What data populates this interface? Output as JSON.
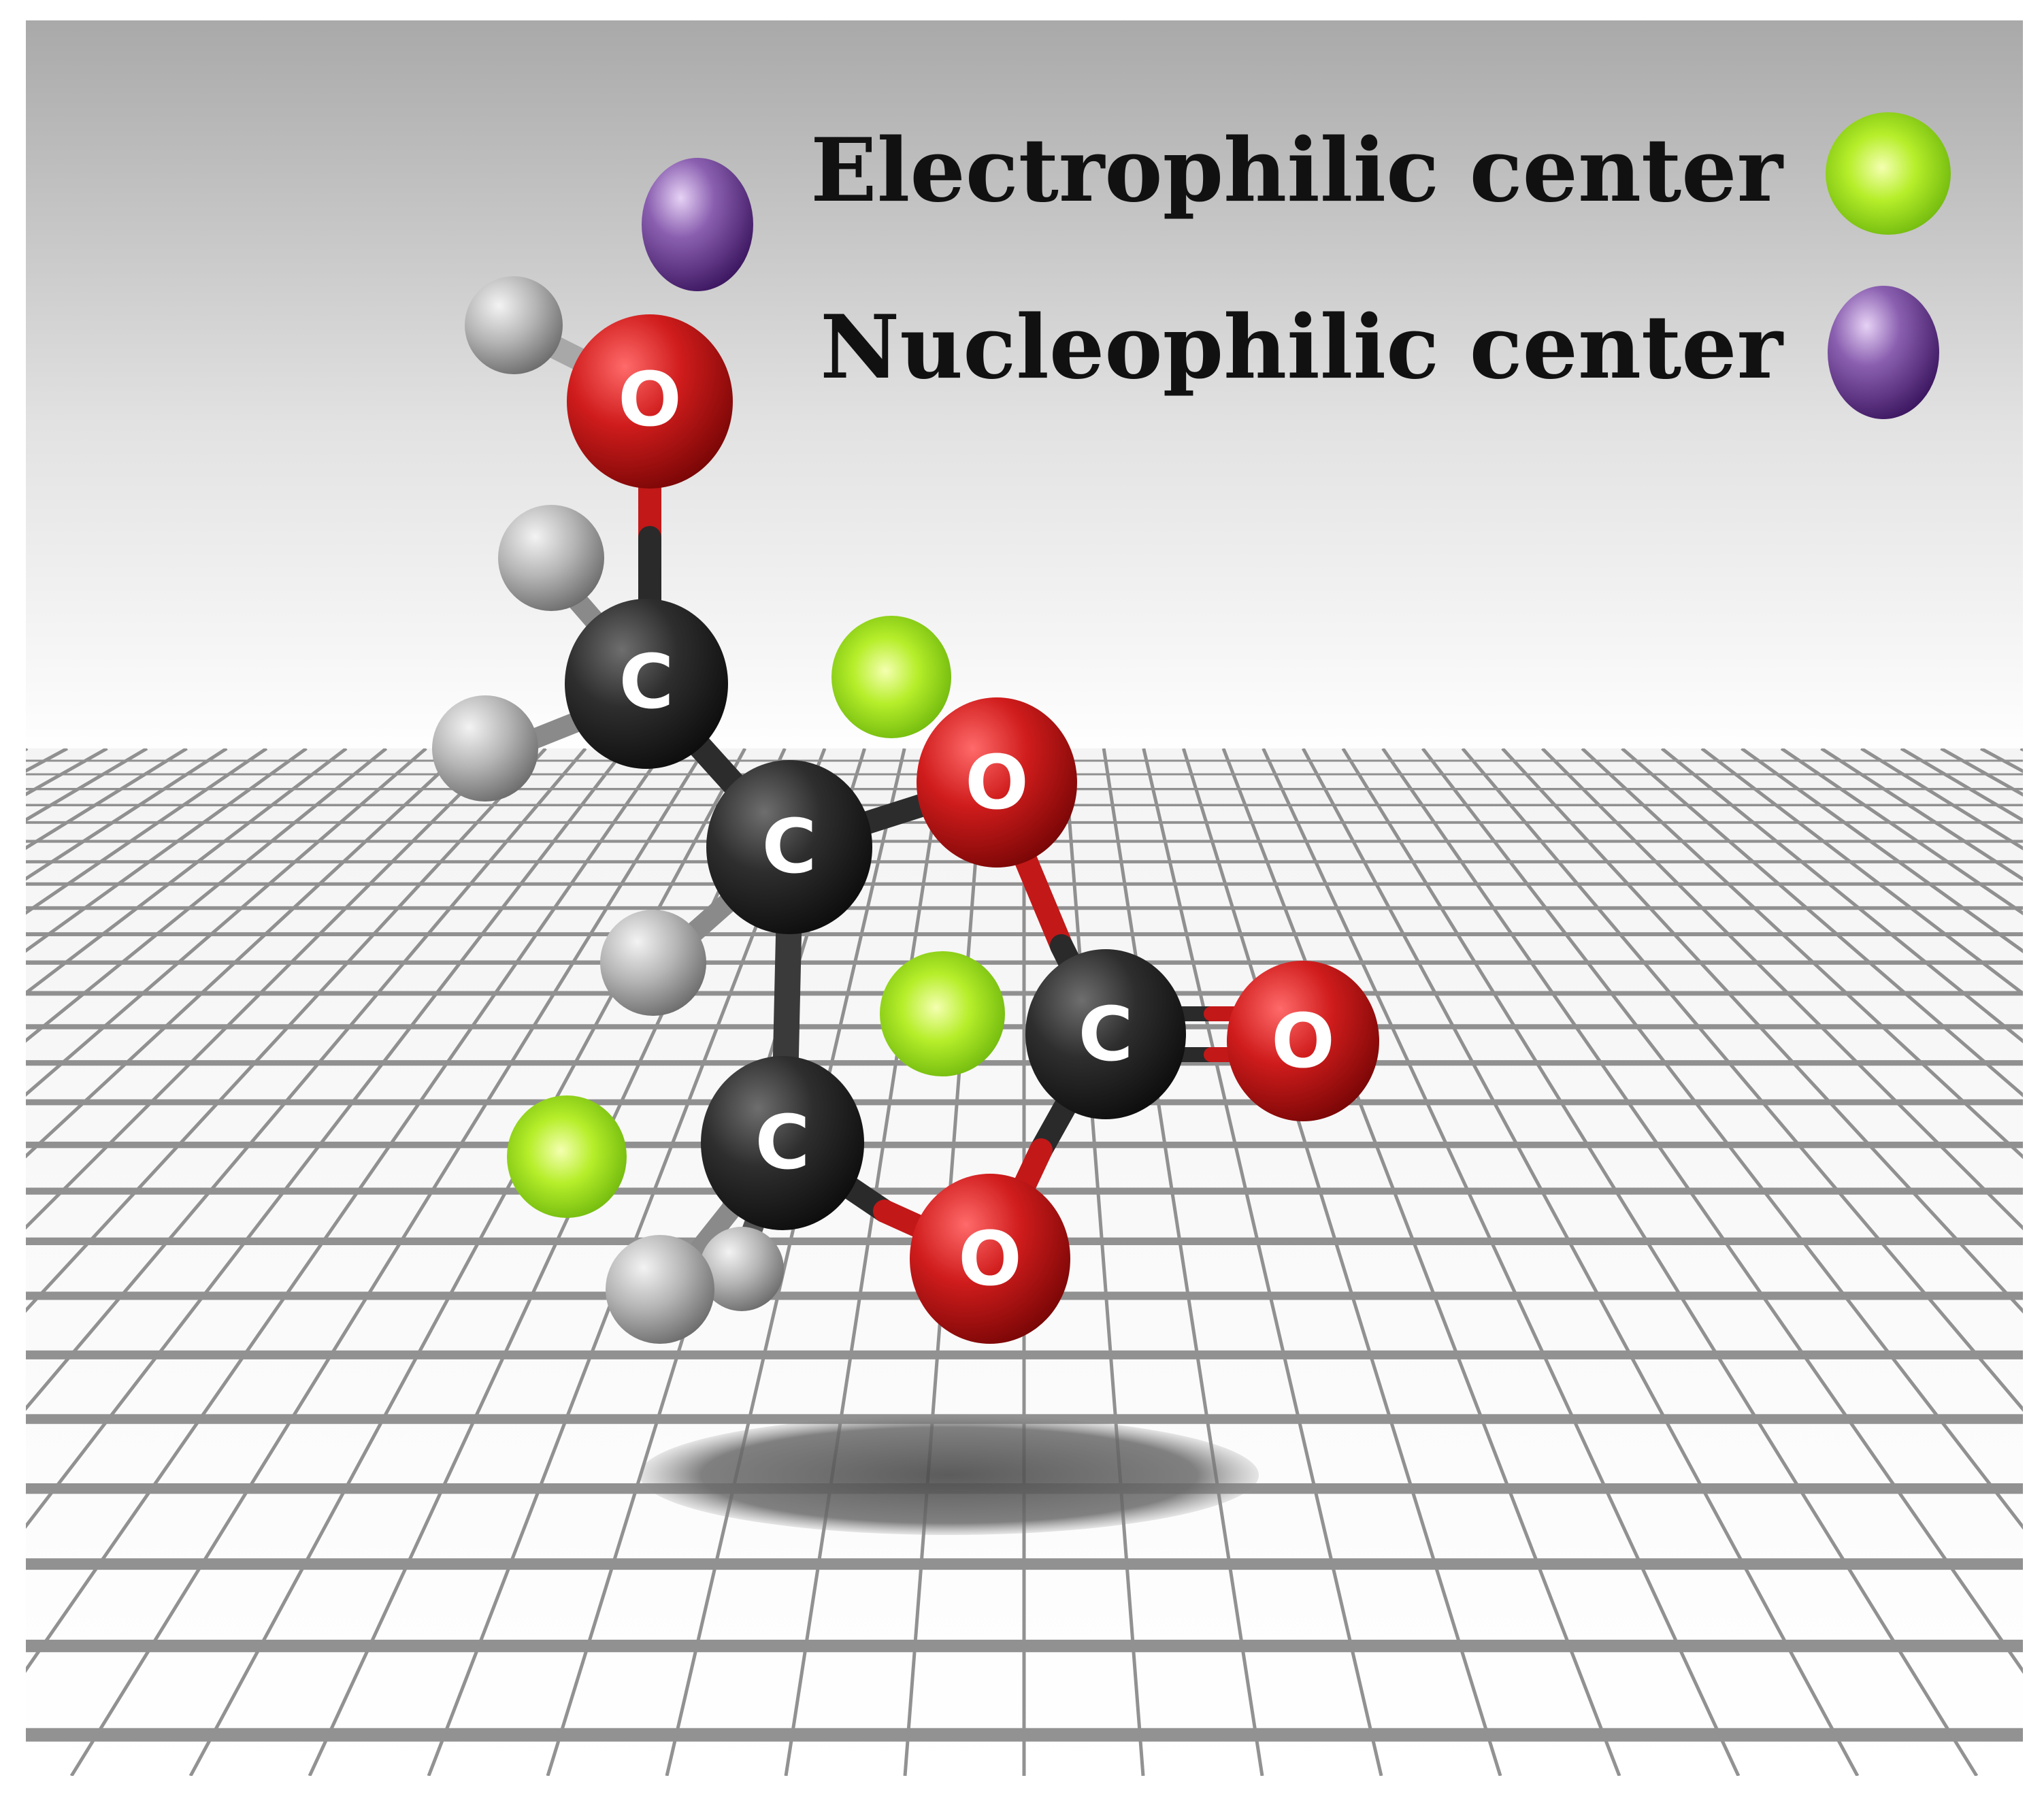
{
  "legend": {
    "electrophilic_label": "Electrophilic center",
    "nucleophilic_label": "Nucleophilic center"
  },
  "atom_labels": {
    "carbon": "C",
    "oxygen": "O"
  },
  "colors": {
    "carbon": "#2b2b2b",
    "oxygen": "#d21f1f",
    "hydrogen": "#b8b8b8",
    "electrophilic_marker": "#9be01a",
    "nucleophilic_marker": "#6a3d8f",
    "grid_line": "#7f7f7f"
  },
  "markers": {
    "electrophilic_count": 3,
    "nucleophilic_count": 1
  }
}
